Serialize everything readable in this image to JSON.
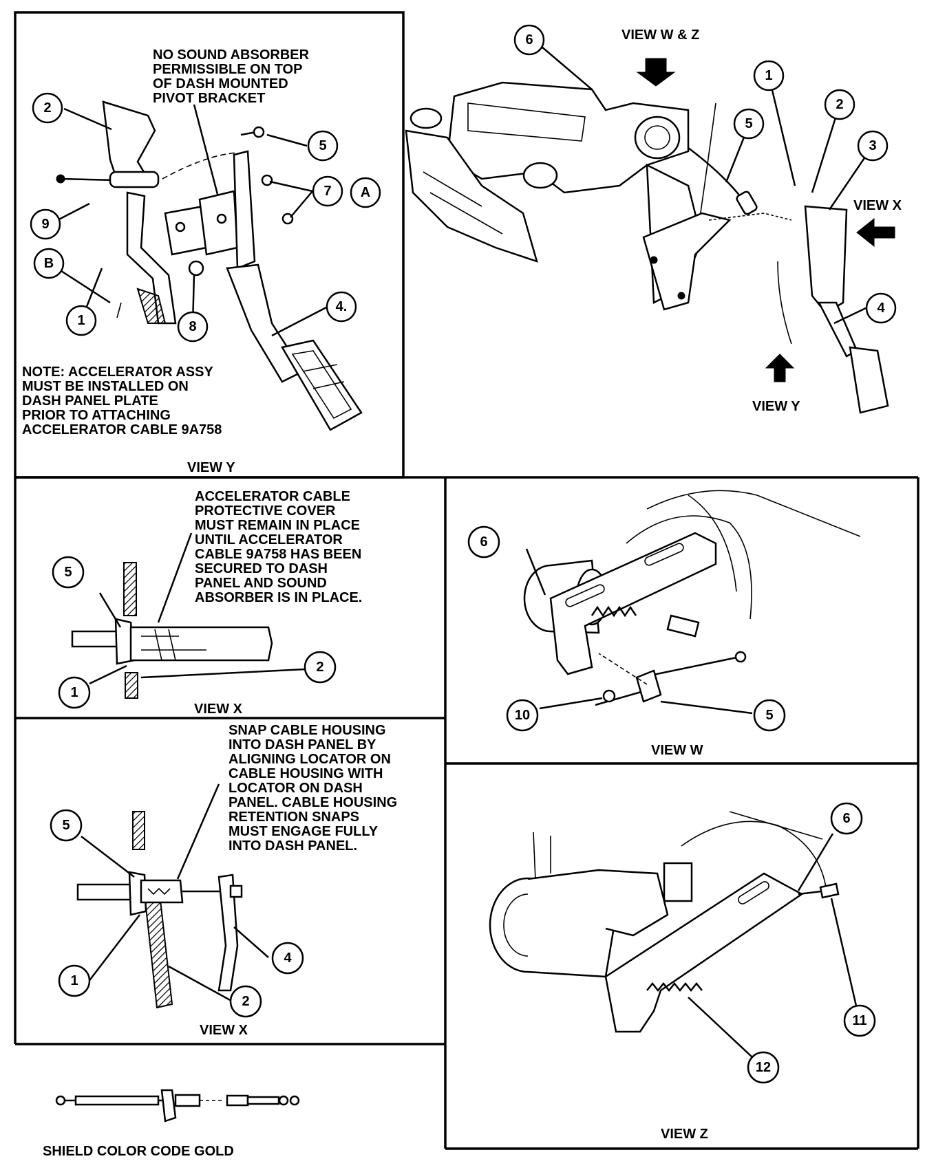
{
  "panel_tl": {
    "note_top": [
      "NO SOUND ABSORBER",
      "PERMISSIBLE ON TOP",
      "OF DASH MOUNTED",
      "PIVOT BRACKET"
    ],
    "note_bottom": [
      "NOTE: ACCELERATOR ASSY",
      "MUST BE INSTALLED ON",
      "DASH PANEL PLATE",
      "PRIOR TO ATTACHING",
      "ACCELERATOR CABLE 9A758"
    ],
    "view_label": "VIEW Y",
    "callouts": {
      "c2": "2",
      "c5": "5",
      "c7": "7",
      "cA": "A",
      "c9": "9",
      "cB": "B",
      "c1": "1",
      "c8": "8",
      "c4": "4."
    }
  },
  "panel_tr": {
    "view_wz": "VIEW W & Z",
    "view_x": "VIEW X",
    "view_y": "VIEW Y",
    "callouts": {
      "c6": "6",
      "c1": "1",
      "c2": "2",
      "c5": "5",
      "c3": "3",
      "c4": "4"
    }
  },
  "panel_ml": {
    "note": [
      "ACCELERATOR CABLE",
      "PROTECTIVE COVER",
      "MUST REMAIN IN PLACE",
      "UNTIL ACCELERATOR",
      "CABLE 9A758 HAS BEEN",
      "SECURED TO DASH",
      "PANEL AND SOUND",
      "ABSORBER IS IN PLACE."
    ],
    "view_label": "VIEW X",
    "callouts": {
      "c5": "5",
      "c1": "1",
      "c2": "2"
    }
  },
  "panel_mr": {
    "view_label": "VIEW W",
    "callouts": {
      "c6": "6",
      "c10": "10",
      "c5": "5"
    }
  },
  "panel_bl": {
    "note": [
      "SNAP CABLE HOUSING",
      "INTO DASH PANEL BY",
      "ALIGNING LOCATOR ON",
      "CABLE HOUSING WITH",
      "LOCATOR ON DASH",
      "PANEL. CABLE HOUSING",
      "RETENTION SNAPS",
      "MUST ENGAGE FULLY",
      "INTO DASH PANEL."
    ],
    "view_label": "VIEW X",
    "callouts": {
      "c5": "5",
      "c4": "4",
      "c1": "1",
      "c2": "2"
    }
  },
  "panel_br": {
    "view_label": "VIEW Z",
    "callouts": {
      "c6": "6",
      "c11": "11",
      "c12": "12"
    }
  },
  "footer": {
    "shield_label": "SHIELD COLOR CODE GOLD"
  }
}
